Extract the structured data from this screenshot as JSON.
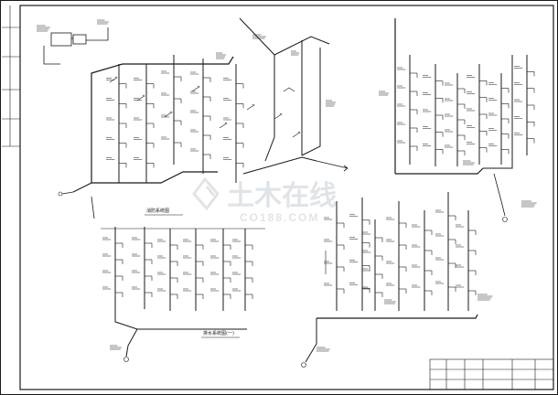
{
  "drawing": {
    "watermark_main": "土木在线",
    "watermark_sub": "CO188.COM",
    "view_titles": {
      "fire": "消防系统图",
      "drain": "排水系统图(一)"
    }
  }
}
